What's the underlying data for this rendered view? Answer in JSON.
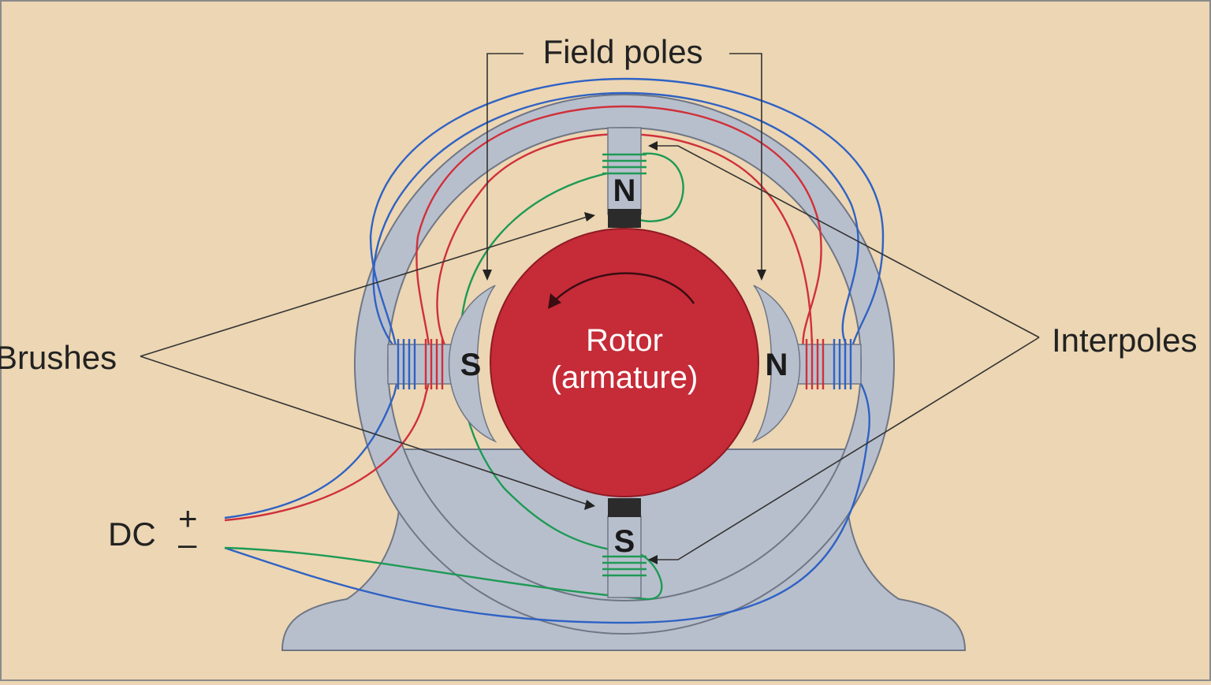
{
  "labels": {
    "field_poles": "Field poles",
    "brushes": "Brushes",
    "interpoles": "Interpoles",
    "dc": "DC",
    "plus": "+",
    "minus": "–",
    "rotor_line1": "Rotor",
    "rotor_line2": "(armature)",
    "pole_top": "N",
    "pole_bottom": "S",
    "pole_left": "S",
    "pole_right": "N"
  },
  "colors": {
    "background": "#ecd6b3",
    "frame": "#b8bfcc",
    "frame_outline": "#6f7686",
    "rotor": "#c62b38",
    "brush": "#2b2b2b",
    "wire_blue": "#2f62c4",
    "wire_red": "#d0303a",
    "wire_green": "#1e9a55"
  }
}
